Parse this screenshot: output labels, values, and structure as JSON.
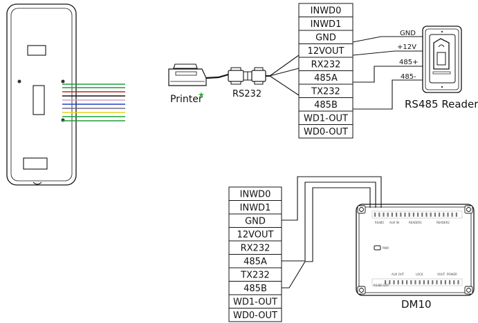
{
  "terminal_block_top": [
    "INWD0",
    "INWD1",
    "GND",
    "12VOUT",
    "RX232",
    "485A",
    "TX232",
    "485B",
    "WD1-OUT",
    "WD0-OUT"
  ],
  "terminal_block_bottom": [
    "INWD0",
    "INWD1",
    "GND",
    "12VOUT",
    "RX232",
    "485A",
    "TX232",
    "485B",
    "WD1-OUT",
    "WD0-OUT"
  ],
  "printer": {
    "label": "Printer"
  },
  "rs232_label": "RS232",
  "reader": {
    "label": "RS485 Reader",
    "wires": [
      "GND",
      "+12V",
      "485+",
      "485-"
    ]
  },
  "dm10": {
    "label": "DM10",
    "pwr": "PWR",
    "sections": [
      "RS485",
      "AUX IN",
      "READER1",
      "READER2",
      "AUX OUT",
      "LOCK",
      "VOUT",
      "POWER",
      "RS485 EXP"
    ]
  },
  "colors": {
    "wire_green": "#1a9e3a",
    "wire_red": "#cc1f1f",
    "wire_blue": "#1f3fbf",
    "wire_yellow": "#e6d21a",
    "star": "#2fae3e"
  }
}
